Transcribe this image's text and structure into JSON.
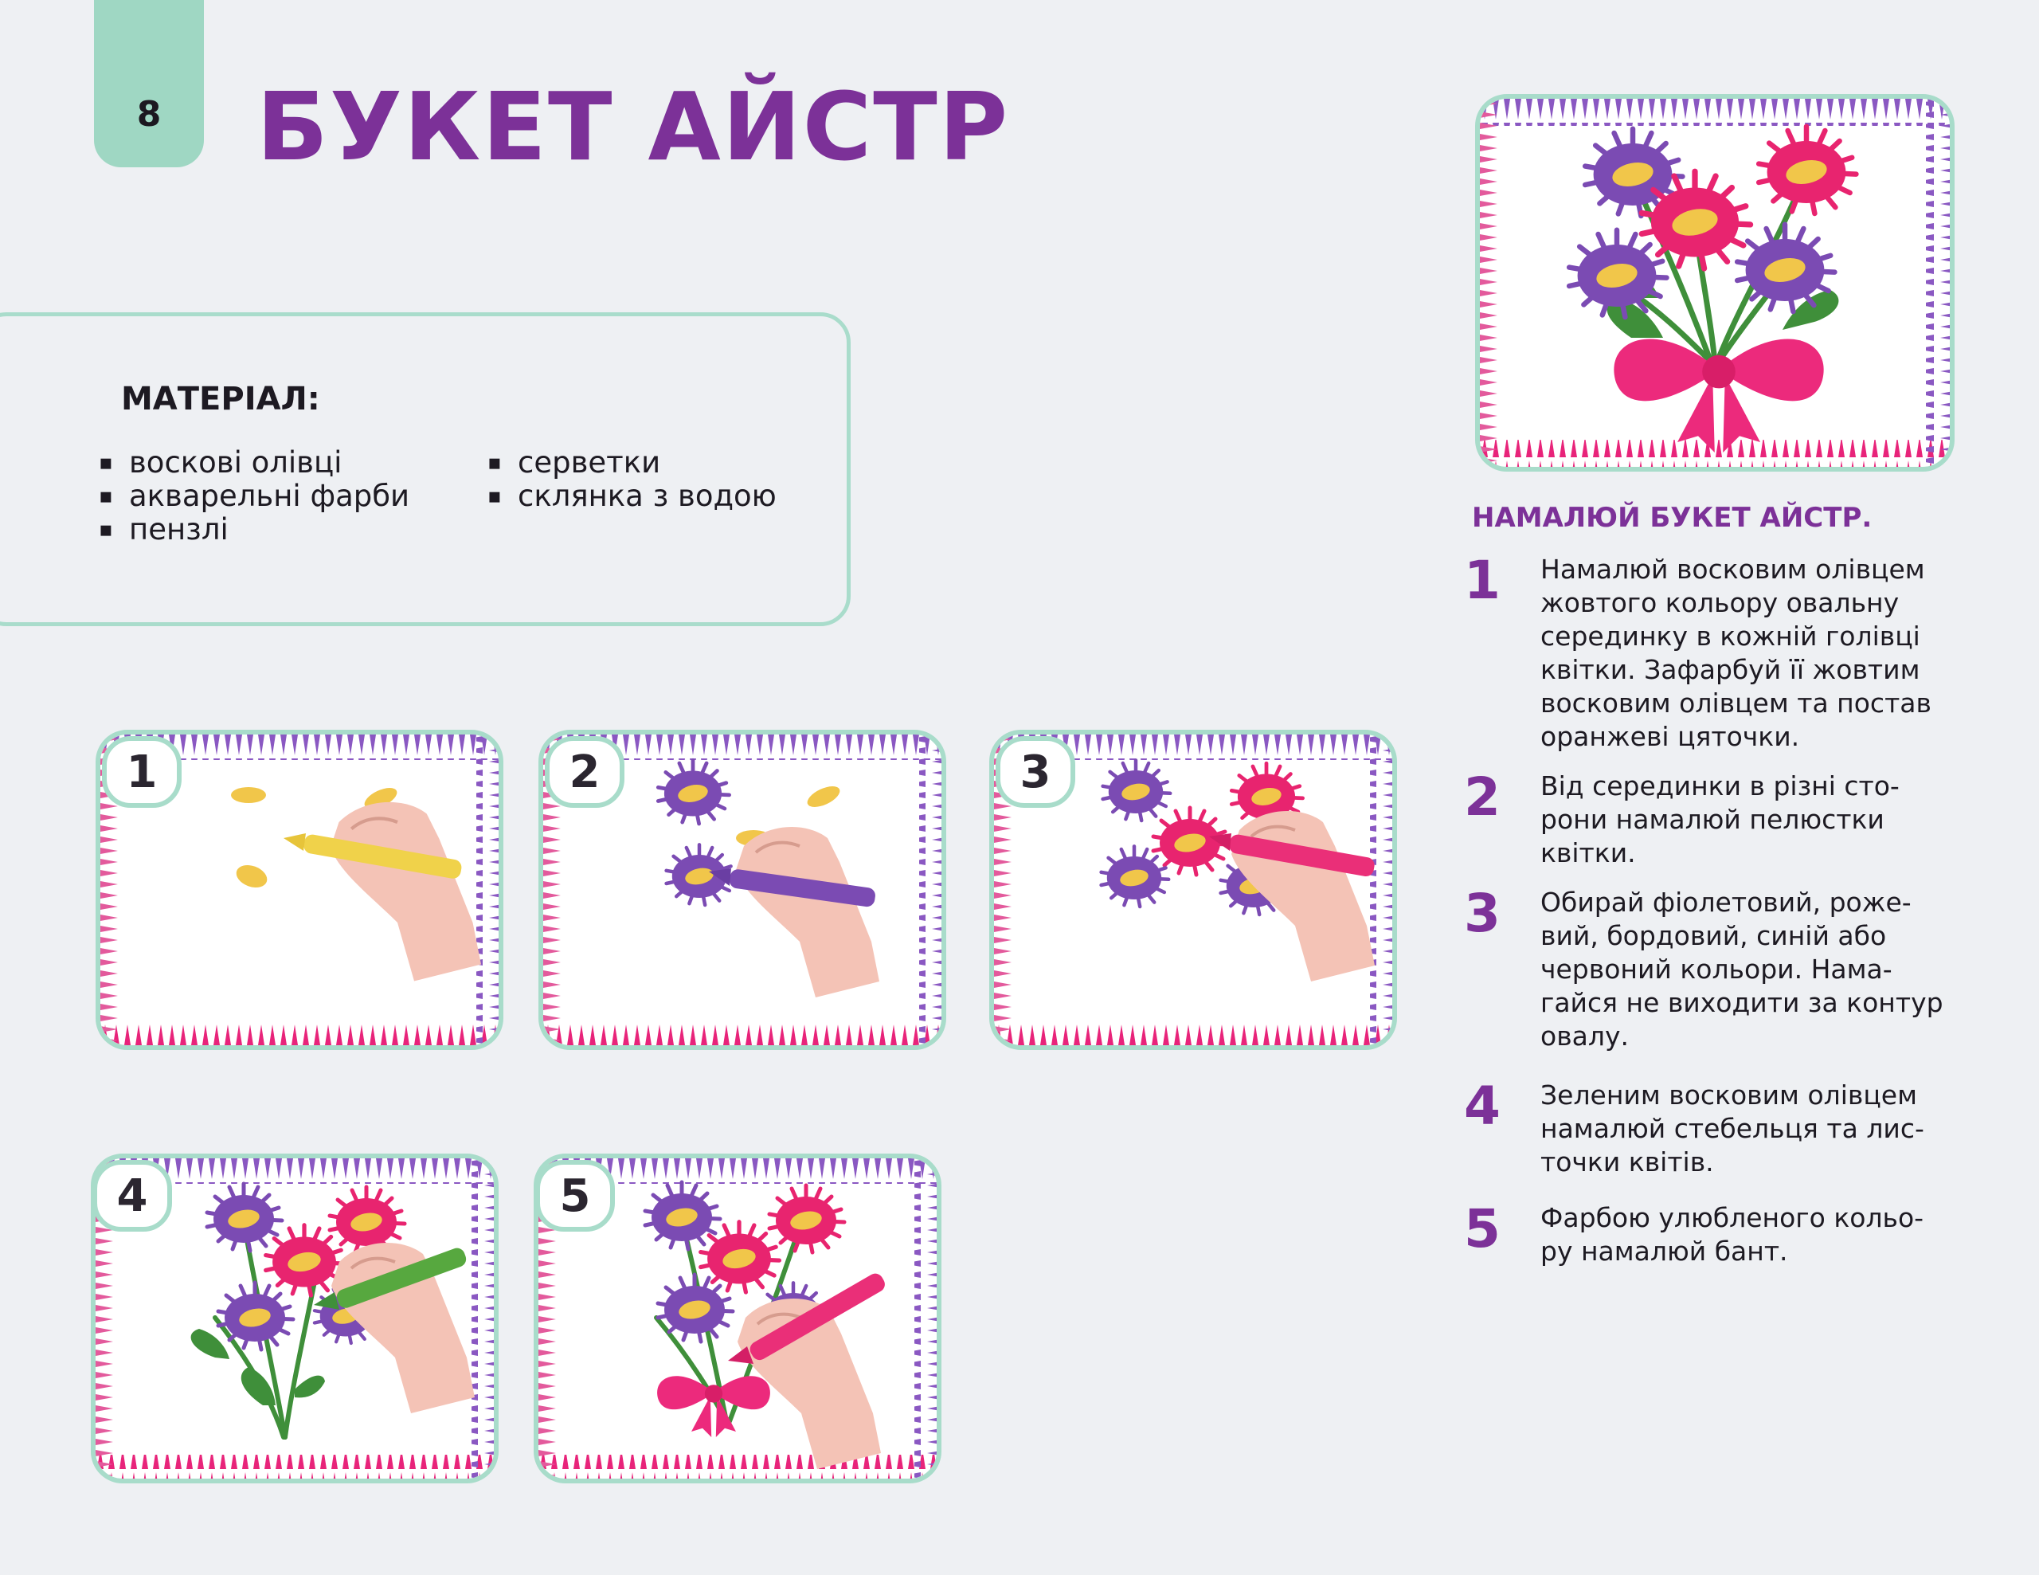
{
  "page": {
    "number": "8",
    "title": "БУКЕТ АЙСТР"
  },
  "materials": {
    "title": "МАТЕРІАЛ:",
    "column1": [
      "воскові олівці",
      "акварельні фарби",
      "пензлі"
    ],
    "column2": [
      "серветки",
      "склянка з водою"
    ]
  },
  "panels": [
    "1",
    "2",
    "3",
    "4",
    "5"
  ],
  "instructions": {
    "title": "НАМАЛЮЙ БУКЕТ АЙСТР.",
    "steps": [
      {
        "num": "1",
        "text": "Намалюй восковим олівцем жовтого кольору овальну серединку в кожній голівці квітки. Зафарбуй її жовтим восковим олівцем та постав оранжеві цяточки."
      },
      {
        "num": "2",
        "text": "Від серединки в різні сто-рони намалюй пелюстки квітки."
      },
      {
        "num": "3",
        "text": "Обирай фіолетовий, роже-вий, бордовий, синій або червоний кольори. Нама-гайся не виходити за контур овалу."
      },
      {
        "num": "4",
        "text": "Зеленим восковим олівцем намалюй стебельця та лис-точки квітів."
      },
      {
        "num": "5",
        "text": "Фарбою улюбленого кольо-ру намалюй бант."
      }
    ]
  },
  "colors": {
    "title": "#7c3198",
    "tab": "#9fd7c3",
    "frame_border": "#a8dcca",
    "violet": "#7b4bb3",
    "pink": "#e8246f",
    "yellow": "#f1c64a",
    "green": "#3f8f3a",
    "skin": "#f4c3b6"
  },
  "icons": [
    "flower-icon",
    "hand-icon",
    "crayon-icon",
    "bow-icon"
  ]
}
